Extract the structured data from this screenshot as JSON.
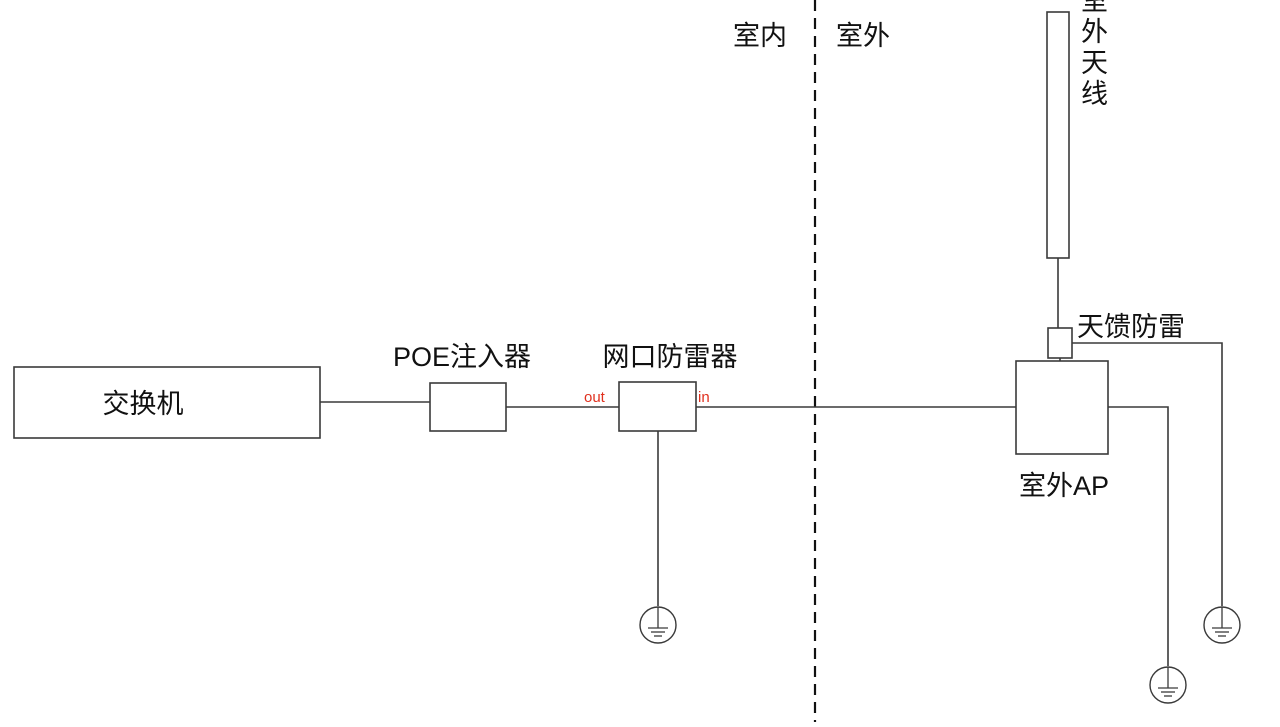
{
  "zones": {
    "indoor": "室内",
    "outdoor": "室外"
  },
  "devices": {
    "switch": "交换机",
    "poe_injector": "POE注入器",
    "port_protector": "网口防雷器",
    "outdoor_ap": "室外AP",
    "feeder_protector": "天馈防雷",
    "outdoor_antenna": "室外天线"
  },
  "ports": {
    "out": "out",
    "in": "in"
  },
  "colors": {
    "line": "#3a3a3a",
    "port_label": "#e0301e",
    "background": "#ffffff"
  }
}
